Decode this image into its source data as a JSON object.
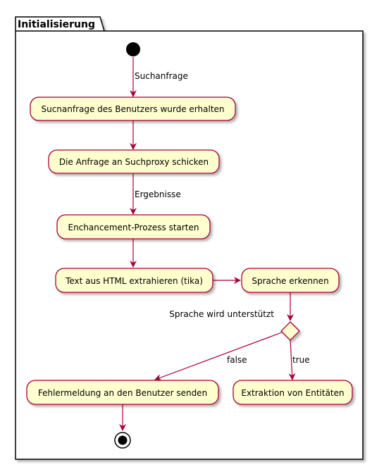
{
  "frame": {
    "title": "Initialisierung"
  },
  "nodes": {
    "anfrage_erhalten": "Sucnanfrage des Benutzers wurde erhalten",
    "an_proxy": "Die Anfrage an Suchproxy schicken",
    "enhancement": "Enchancement-Prozess starten",
    "text_extrahieren": "Text aus HTML extrahieren (tika)",
    "sprache_erkennen": "Sprache erkennen",
    "fehlermeldung": "Fehlermeldung an den Benutzer senden",
    "extraktion": "Extraktion von Entitäten"
  },
  "decision": {
    "question": "Sprache wird unterstützt"
  },
  "edge_labels": {
    "suchanfrage": "Suchanfrage",
    "ergebnisse": "Ergebnisse",
    "false": "false",
    "true": "true"
  },
  "colors": {
    "node_fill": "#FEFECE",
    "node_border": "#A80036",
    "arrow": "#A80036",
    "frame_border": "#000000"
  }
}
